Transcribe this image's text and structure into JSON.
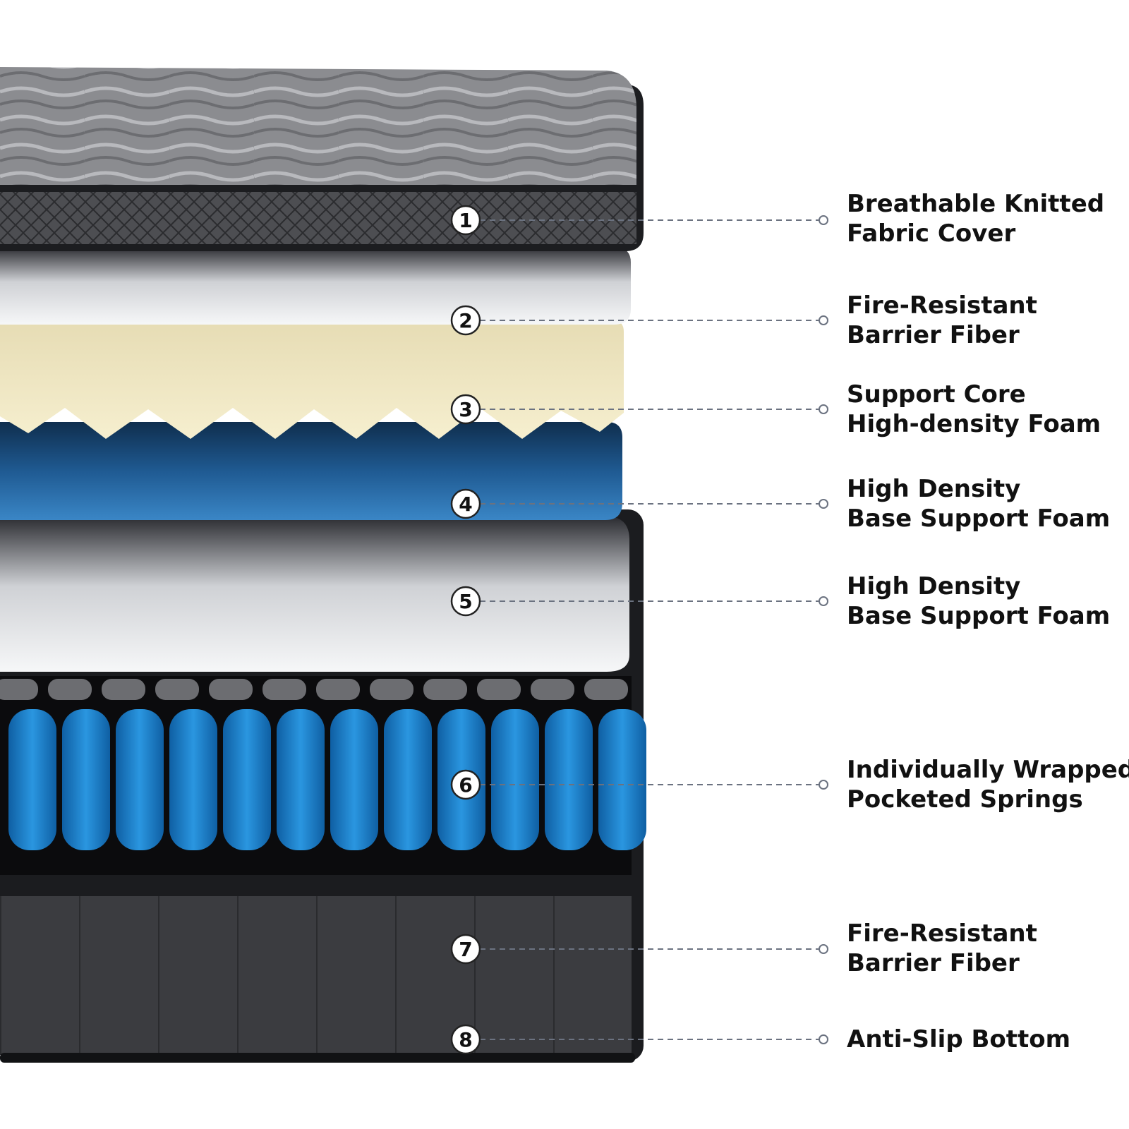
{
  "colors": {
    "text": "#111111",
    "leader_line": "#6b7280",
    "marker_fill": "#ffffff",
    "marker_stroke": "#222222",
    "knit_cover": "#8a8b8e",
    "border_quilt": "#4a4b4e",
    "white_foam": "#f2f3f4",
    "support_foam": "#f4eccb",
    "blue_foam": "#2f79b8",
    "spring_blue": "#1f86d2",
    "base_fabric": "#3a3b3e"
  },
  "layers": [
    {
      "number": "1",
      "line1": "Breathable Knitted",
      "line2": "Fabric Cover"
    },
    {
      "number": "2",
      "line1": "Fire-Resistant",
      "line2": "Barrier Fiber"
    },
    {
      "number": "3",
      "line1": "Support Core",
      "line2": "High-density Foam"
    },
    {
      "number": "4",
      "line1": "High Density",
      "line2": "Base Support Foam"
    },
    {
      "number": "5",
      "line1": "High Density",
      "line2": "Base Support Foam"
    },
    {
      "number": "6",
      "line1": "Individually Wrapped",
      "line2": "Pocketed Springs"
    },
    {
      "number": "7",
      "line1": "Fire-Resistant",
      "line2": "Barrier Fiber"
    },
    {
      "number": "8",
      "line1": "Anti-Slip Bottom",
      "line2": ""
    }
  ]
}
